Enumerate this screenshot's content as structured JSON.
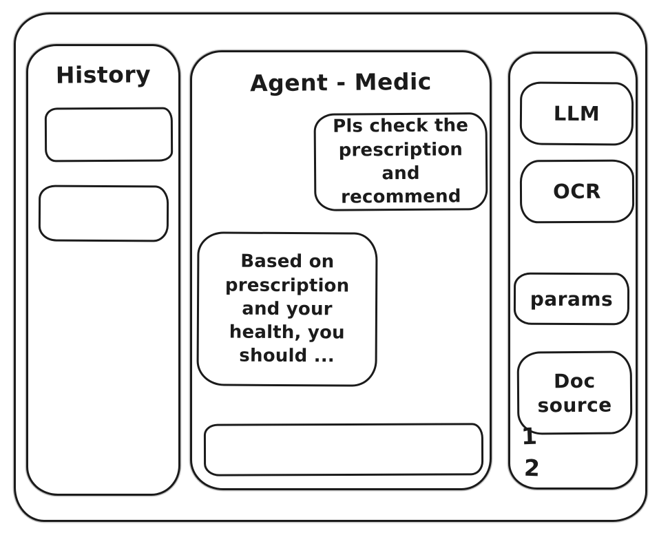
{
  "colors": {
    "ink": "#1b1b1b",
    "background": "#ffffff"
  },
  "history": {
    "title": "History",
    "items": [
      {
        "label": ""
      },
      {
        "label": ""
      }
    ]
  },
  "chat": {
    "title": "Agent - Medic",
    "messages": [
      {
        "role": "user",
        "text": "Pls check the prescription and recommend"
      },
      {
        "role": "assistant",
        "text": "Based on prescription and your health, you should ..."
      }
    ],
    "input_value": ""
  },
  "tools": {
    "buttons": [
      {
        "label": "LLM"
      },
      {
        "label": "OCR"
      },
      {
        "label": "params"
      },
      {
        "label": "Doc source"
      }
    ],
    "doc_source_list": [
      "1",
      "2"
    ]
  }
}
